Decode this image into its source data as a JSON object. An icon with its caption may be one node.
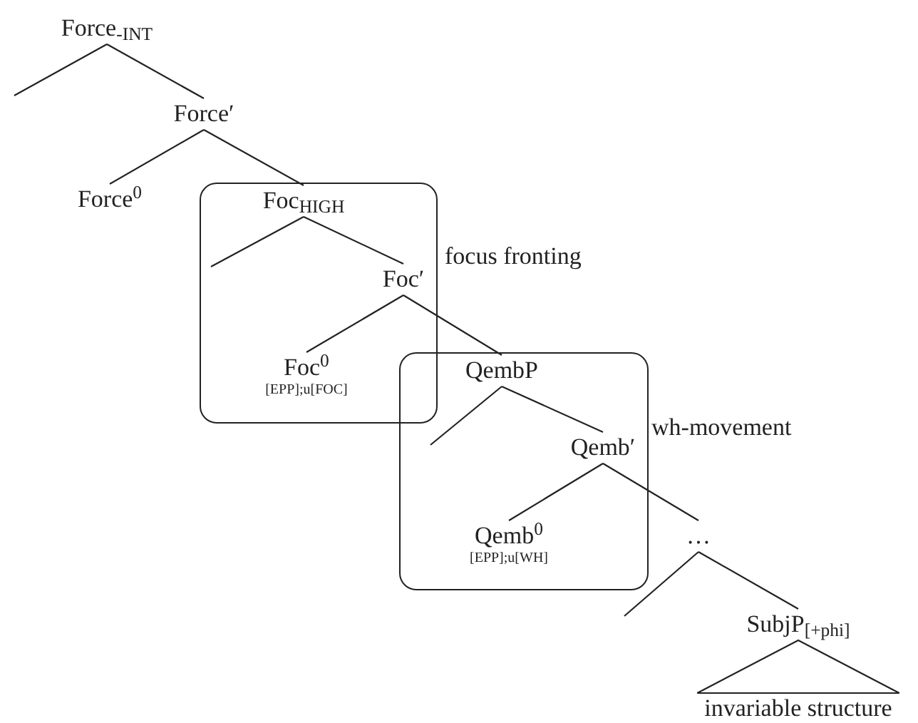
{
  "diagram": {
    "nodes": [
      {
        "text": [
          "Force$_{-INT}$"
        ]
      },
      {
        "text": [
          "Force′"
        ]
      },
      {
        "text": [
          "Force$^{0}$"
        ]
      },
      {
        "text": [
          "focus fronting"
        ]
      },
      {
        "text": [
          "Foc$_{HIGH}$"
        ],
        "in": 3
      },
      {
        "text": [
          "Foc′"
        ],
        "in": 3
      },
      {
        "text": [
          "Foc$^{0}$",
          "[EPP];u[FOC]"
        ],
        "in": 3
      },
      {
        "text": [
          "wh-movement"
        ]
      },
      {
        "text": [
          "QembP"
        ],
        "in": 7
      },
      {
        "text": [
          "Qemb′"
        ],
        "in": 7
      },
      {
        "text": [
          "Qemb$^{0}$",
          "[EPP];u[WH]"
        ],
        "in": 7
      },
      {
        "text": [
          "…"
        ]
      },
      {
        "text": [
          "SubjP$_{[+phi]}$"
        ]
      },
      {
        "text": [
          "invariable structure"
        ]
      }
    ],
    "edges": [
      {
        "from": 0,
        "to": null,
        "arrow": "none"
      },
      {
        "from": 0,
        "to": 1,
        "arrow": "none"
      },
      {
        "from": 1,
        "to": 2,
        "arrow": "none"
      },
      {
        "from": 1,
        "to": 4,
        "arrow": "none"
      },
      {
        "from": 4,
        "to": null,
        "arrow": "none"
      },
      {
        "from": 4,
        "to": 5,
        "arrow": "none"
      },
      {
        "from": 5,
        "to": 6,
        "arrow": "none"
      },
      {
        "from": 5,
        "to": 8,
        "arrow": "none"
      },
      {
        "from": 8,
        "to": null,
        "arrow": "none"
      },
      {
        "from": 8,
        "to": 9,
        "arrow": "none"
      },
      {
        "from": 9,
        "to": 10,
        "arrow": "none"
      },
      {
        "from": 9,
        "to": 11,
        "arrow": "none"
      },
      {
        "from": 11,
        "to": null,
        "arrow": "none"
      },
      {
        "from": 11,
        "to": 12,
        "arrow": "none"
      },
      {
        "from": 12,
        "to": 13,
        "arrow": "none"
      }
    ]
  }
}
